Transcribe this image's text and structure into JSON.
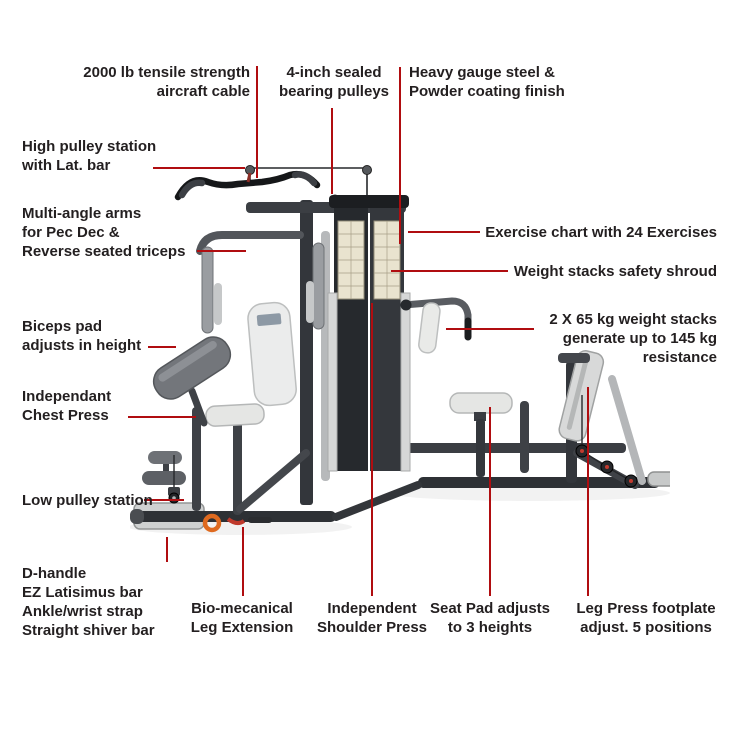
{
  "colors": {
    "background": "#ffffff",
    "callout_line": "#b00d10",
    "label_text": "#231f20",
    "frame_dark": "#33363b",
    "pad_light": "#e9eae8"
  },
  "callouts": {
    "cable": {
      "text": "2000 lb tensile strength\naircraft cable"
    },
    "pulleys": {
      "text": "4-inch sealed\nbearing pulleys"
    },
    "steel": {
      "text": "Heavy gauge steel &\nPowder coating finish"
    },
    "high_pulley": {
      "text": "High pulley station\nwith Lat. bar"
    },
    "multi_angle": {
      "text": "Multi-angle arms\nfor Pec Dec &\nReverse seated triceps"
    },
    "exercise_chart": {
      "text": "Exercise chart with 24 Exercises"
    },
    "shroud": {
      "text": "Weight stacks safety shroud"
    },
    "weight_stacks": {
      "text": "2 X 65 kg weight stacks\ngenerate up to 145 kg\nresistance"
    },
    "biceps_pad": {
      "text": "Biceps pad\nadjusts in height"
    },
    "chest_press": {
      "text": "Independant\nChest Press"
    },
    "low_pulley": {
      "text": "Low pulley station"
    },
    "accessories": {
      "text": "D-handle\nEZ Latisimus bar\nAnkle/wrist strap\nStraight shiver bar"
    },
    "leg_extension": {
      "text": "Bio-mecanical\nLeg Extension"
    },
    "shoulder_press": {
      "text": "Independent\nShoulder Press"
    },
    "seat_pad": {
      "text": "Seat Pad adjusts\nto 3 heights"
    },
    "leg_press": {
      "text": "Leg Press footplate\nadjust. 5 positions"
    }
  }
}
